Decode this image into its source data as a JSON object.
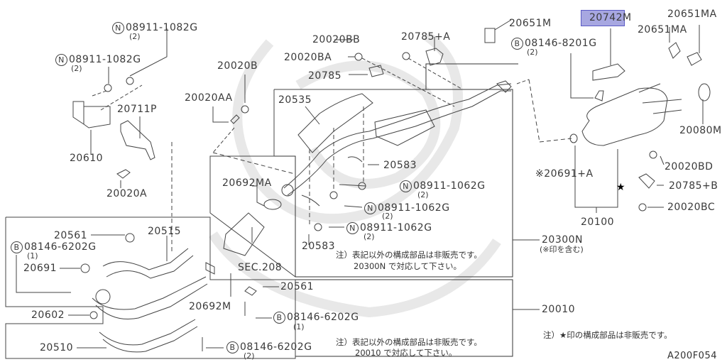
{
  "diagram": {
    "code": "A200F054",
    "highlight": {
      "part": "20742M",
      "color": "#6a6ad0"
    },
    "parts": {
      "p_08911_1082G_a": {
        "prefix": "N",
        "num": "08911-1082G",
        "qty": "(2)"
      },
      "p_08911_1082G_b": {
        "prefix": "N",
        "num": "08911-1082G",
        "qty": "(2)"
      },
      "p_20610": "20610",
      "p_20711P": "20711P",
      "p_20020A": "20020A",
      "p_20020B": "20020B",
      "p_20020AA": "20020AA",
      "p_20020BB": "20020BB",
      "p_20020BA": "20020BA",
      "p_20785": "20785",
      "p_20785A": "20785+A",
      "p_20651M": "20651M",
      "p_08146_8201G": {
        "prefix": "B",
        "num": "08146-8201G",
        "qty": "(2)"
      },
      "p_20742M": "20742M",
      "p_20651MA_a": "20651MA",
      "p_20651MA_b": "20651MA",
      "p_20535": "20535",
      "p_20583_a": "20583",
      "p_20583_b": "20583",
      "p_20692MA": "20692MA",
      "p_08911_1062G_a": {
        "prefix": "N",
        "num": "08911-1062G",
        "qty": "(2)"
      },
      "p_08911_1062G_b": {
        "prefix": "N",
        "num": "08911-1062G",
        "qty": "(2)"
      },
      "p_08911_1062G_c": {
        "prefix": "N",
        "num": "08911-1062G",
        "qty": "(2)"
      },
      "p_20080M": "20080M",
      "p_20020BD": "20020BD",
      "p_20691A": "※20691+A",
      "p_20785B": "20785+B",
      "p_20020BC": "20020BC",
      "p_20100": "20100",
      "p_20300N": "20300N",
      "p_20300N_note": "(※印を含む)",
      "p_20561_a": "20561",
      "p_20515": "20515",
      "p_08146_6202G_a": {
        "prefix": "B",
        "num": "08146-6202G",
        "qty": "(1)"
      },
      "p_20691": "20691",
      "p_SEC208": "SEC.208",
      "p_20692M": "20692M",
      "p_20561_b": "20561",
      "p_08146_6202G_b": {
        "prefix": "B",
        "num": "08146-6202G",
        "qty": "(1)"
      },
      "p_20602": "20602",
      "p_20010": "20010",
      "p_20510": "20510",
      "p_08146_6202G_c": {
        "prefix": "B",
        "num": "08146-6202G",
        "qty": "(2)"
      }
    },
    "notes": {
      "note_20300N_line1": "注）表記以外の構成部品は非販売です。",
      "note_20300N_line2": "20300N で対応して下さい。",
      "note_20010_line1": "注）表記以外の構成部品は非販売です。",
      "note_20010_line2": "20010 で対応して下さい。",
      "note_star": "注）★印の構成部品は非販売です。",
      "star_marker": "★"
    }
  }
}
